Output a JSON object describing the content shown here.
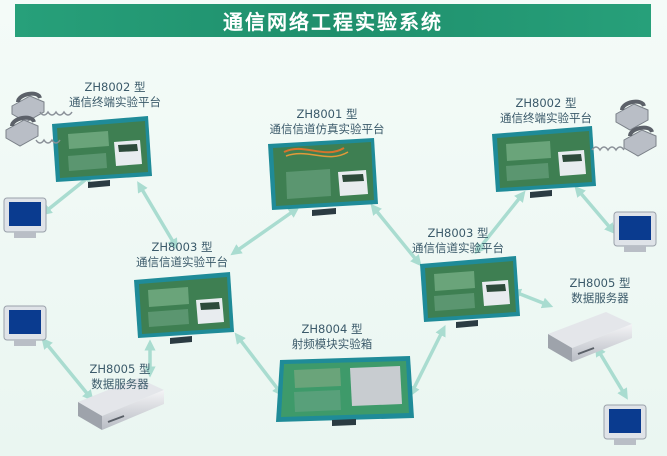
{
  "title": "通信网络工程实验系统",
  "colors": {
    "banner": "#27a07a",
    "case_frame": "#1f8b98",
    "board": "#3e7f52",
    "link_arrow": "#a9dcd0",
    "label_text": "#3b5a6a"
  },
  "nodes": [
    {
      "id": "zh8002-left",
      "model": "ZH8002 型",
      "name": "通信终端实验平台",
      "icon": "trainer-case-icon"
    },
    {
      "id": "zh8001",
      "model": "ZH8001 型",
      "name": "通信信道仿真实验平台",
      "icon": "trainer-case-icon"
    },
    {
      "id": "zh8002-right",
      "model": "ZH8002 型",
      "name": "通信终端实验平台",
      "icon": "trainer-case-icon"
    },
    {
      "id": "zh8003-left",
      "model": "ZH8003 型",
      "name": "通信信道实验平台",
      "icon": "trainer-case-icon"
    },
    {
      "id": "zh8003-right",
      "model": "ZH8003 型",
      "name": "通信信道实验平台",
      "icon": "trainer-case-icon"
    },
    {
      "id": "zh8005-right",
      "model": "ZH8005 型",
      "name": "数据服务器",
      "icon": "server-icon"
    },
    {
      "id": "zh8004",
      "model": "ZH8004 型",
      "name": "射频模块实验箱",
      "icon": "trainer-case-icon"
    },
    {
      "id": "zh8005-left",
      "model": "ZH8005 型",
      "name": "数据服务器",
      "icon": "server-icon"
    }
  ],
  "peripherals": [
    {
      "id": "phone-left-1",
      "icon": "telephone-icon"
    },
    {
      "id": "phone-left-2",
      "icon": "telephone-icon"
    },
    {
      "id": "phone-right-1",
      "icon": "telephone-icon"
    },
    {
      "id": "phone-right-2",
      "icon": "telephone-icon"
    },
    {
      "id": "monitor-left-top",
      "icon": "monitor-icon"
    },
    {
      "id": "monitor-left-bottom",
      "icon": "monitor-icon"
    },
    {
      "id": "monitor-right-top",
      "icon": "monitor-icon"
    },
    {
      "id": "monitor-right-bottom",
      "icon": "monitor-icon"
    }
  ]
}
